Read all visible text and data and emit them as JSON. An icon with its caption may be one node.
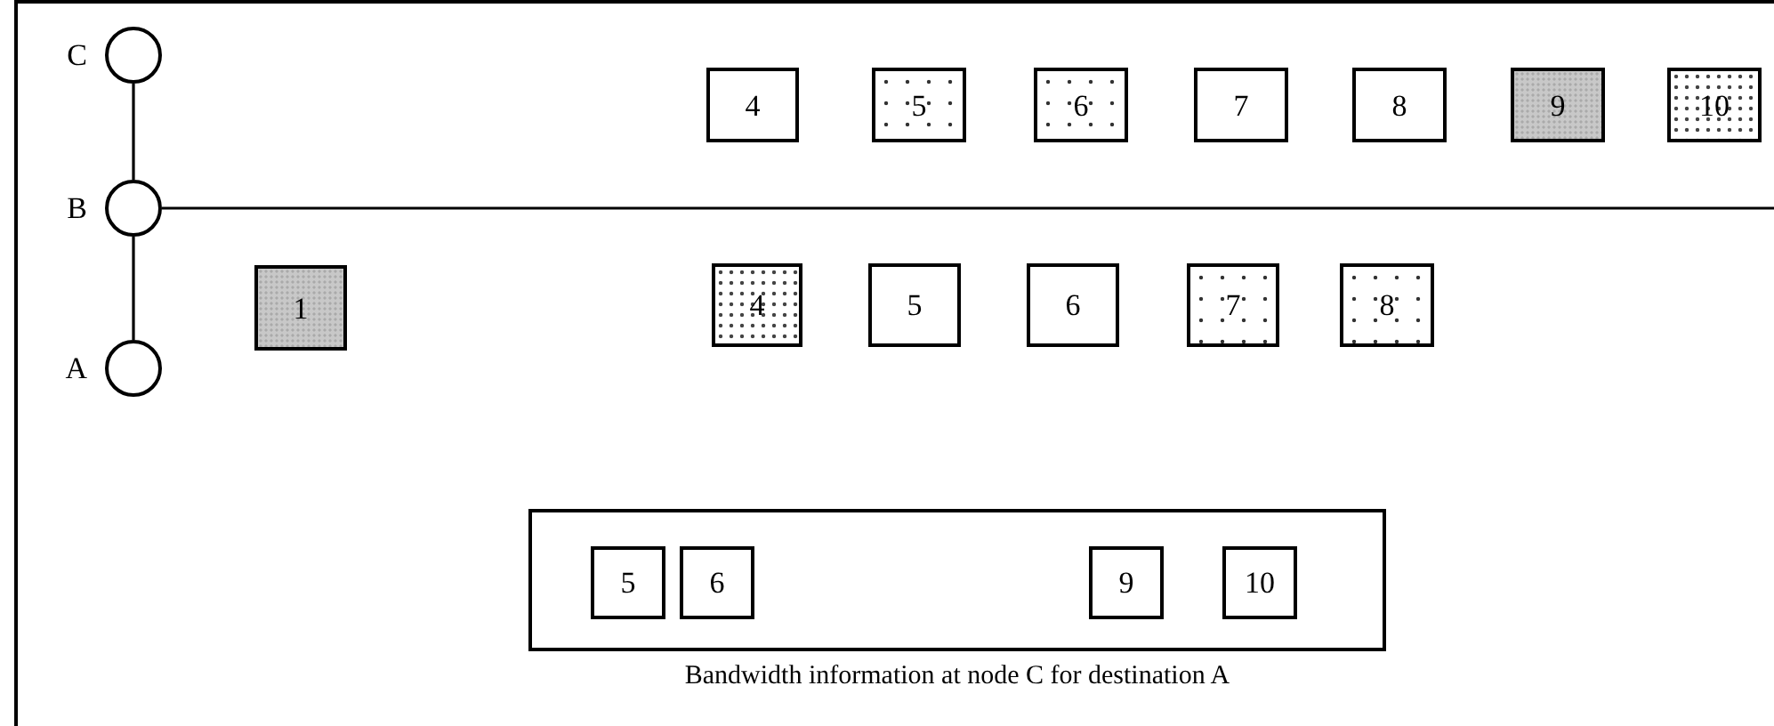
{
  "diagram": {
    "nodes": [
      {
        "text": [],
        "shape": "circle",
        "beside": [
          "C"
        ]
      },
      {
        "text": [
          "4"
        ]
      },
      {
        "text": [
          "5"
        ]
      },
      {
        "text": [
          "6"
        ]
      },
      {
        "text": [
          "7"
        ]
      },
      {
        "text": [
          "8"
        ]
      },
      {
        "text": [
          "9"
        ]
      },
      {
        "text": [
          "10"
        ]
      },
      {
        "text": [],
        "shape": "circle",
        "beside": [
          "B"
        ]
      },
      {
        "text": [
          "1"
        ]
      },
      {
        "text": [
          "4"
        ]
      },
      {
        "text": [
          "5"
        ]
      },
      {
        "text": [
          "6"
        ]
      },
      {
        "text": [
          "7"
        ]
      },
      {
        "text": [
          "8"
        ]
      },
      {
        "text": [],
        "shape": "circle",
        "beside": [
          "A"
        ]
      },
      {
        "text": [
          "Bandwidth information at node C for destination A"
        ]
      },
      {
        "text": [
          "5"
        ],
        "in": 16
      },
      {
        "text": [
          "6"
        ],
        "in": 16
      },
      {
        "text": [
          "9"
        ],
        "in": 16
      },
      {
        "text": [
          "10"
        ],
        "in": 16
      }
    ],
    "edges": [
      {
        "from": 0,
        "to": 8,
        "arrow": "none"
      },
      {
        "from": 8,
        "to": 15,
        "arrow": "none"
      },
      {
        "from": 8,
        "to": null,
        "arrow": "none"
      }
    ]
  }
}
